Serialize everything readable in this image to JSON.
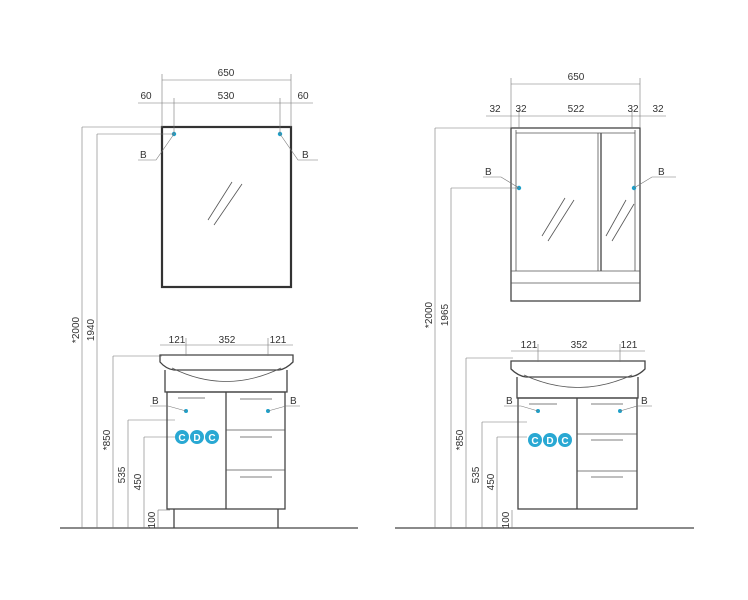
{
  "colors": {
    "line": "#333333",
    "marker": "#1e9fc8",
    "cdc_fill": "#29a8d3"
  },
  "left": {
    "mirror": {
      "width_total": "650",
      "side_left": "60",
      "inner": "530",
      "side_right": "60",
      "height_top": "*2000",
      "height_mount": "1940"
    },
    "cabinet": {
      "basin_left": "121",
      "basin_mid": "352",
      "basin_right": "121",
      "height": "*850",
      "h1": "535",
      "h2": "450",
      "h3": "100"
    },
    "markers": {
      "b": "B",
      "c1": "C",
      "d": "D",
      "c2": "C"
    }
  },
  "right": {
    "mirror": {
      "width_total": "650",
      "d1": "32",
      "d2": "32",
      "inner": "522",
      "d3": "32",
      "d4": "32",
      "height_top": "*2000",
      "height_mount": "1965"
    },
    "cabinet": {
      "basin_left": "121",
      "basin_mid": "352",
      "basin_right": "121",
      "height": "*850",
      "h1": "535",
      "h2": "450",
      "h3": "100"
    },
    "markers": {
      "b": "B",
      "c1": "C",
      "d": "D",
      "c2": "C"
    }
  }
}
